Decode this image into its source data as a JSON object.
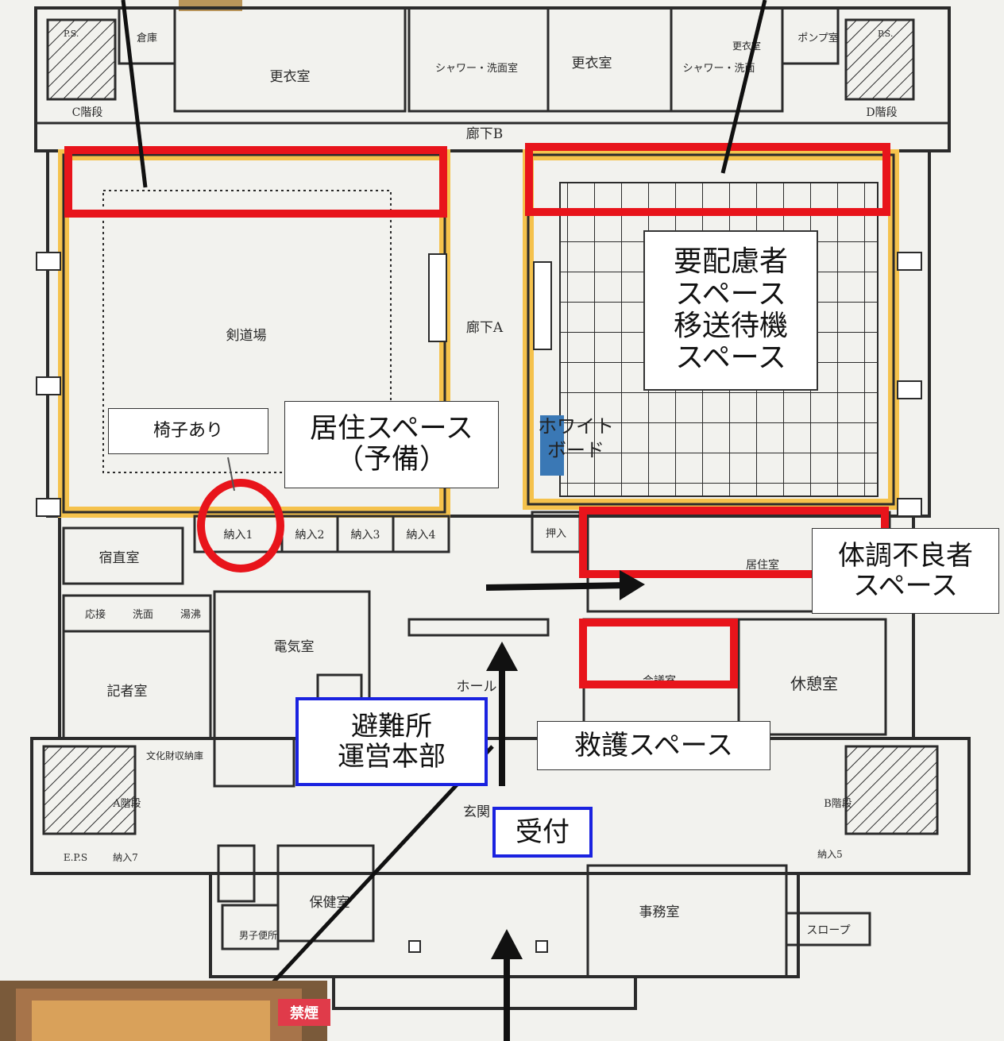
{
  "colors": {
    "highlight": "#f5c24c",
    "red_zone": "#e8141b",
    "blue_box": "#1a22e0",
    "wall": "#2b2b2b",
    "board": "#3a78b5"
  },
  "rooms": {
    "changing_left": "更衣室",
    "changing_right": "更衣室",
    "shower": "シャワー・洗面室",
    "shower_right": "シャワー・洗面",
    "storage_top": "倉庫",
    "pump_room": "ポンプ室",
    "ps_left": "P.S.",
    "ps_right": "P.S.",
    "stairs_c": "C階段",
    "stairs_d": "D階段",
    "changing_small": "更衣室",
    "corridor_b": "廊下B",
    "kendo_hall": "剣道場",
    "corridor_a": "廊下A",
    "storage_1": "納入1",
    "storage_2": "納入2",
    "storage_3": "納入3",
    "storage_4": "納入4",
    "night_duty": "宿直室",
    "reception_room": "応接",
    "wash": "洗面",
    "kitchenette": "湯沸",
    "electric": "電気室",
    "press_room": "記者室",
    "hall": "ホール",
    "cultural": "文化財収納庫",
    "entrance": "玄関",
    "stairs_a": "A階段",
    "stairs_b": "B階段",
    "eps": "E.P.S",
    "storage_7": "納入7",
    "storage_5": "納入5",
    "health_room": "保健室",
    "office": "事務室",
    "mens_toilet": "男子便所",
    "slope": "スロープ",
    "push_in": "押入",
    "residence": "居住室",
    "meeting": "会議室",
    "rest_room": "休憩室"
  },
  "annotations": {
    "care_space": [
      "要配慮者",
      "スペース",
      "移送待機",
      "スペース"
    ],
    "chairs": "椅子あり",
    "reserve_space": [
      "居住スペース",
      "（予備）"
    ],
    "whiteboard": [
      "ホワイト",
      "ボード"
    ],
    "unwell_space": [
      "体調不良者",
      "スペース"
    ],
    "hq": [
      "避難所",
      "運営本部"
    ],
    "first_aid": "救護スペース",
    "reception_desk": "受付"
  },
  "photo": {
    "no_smoking": "禁煙"
  }
}
